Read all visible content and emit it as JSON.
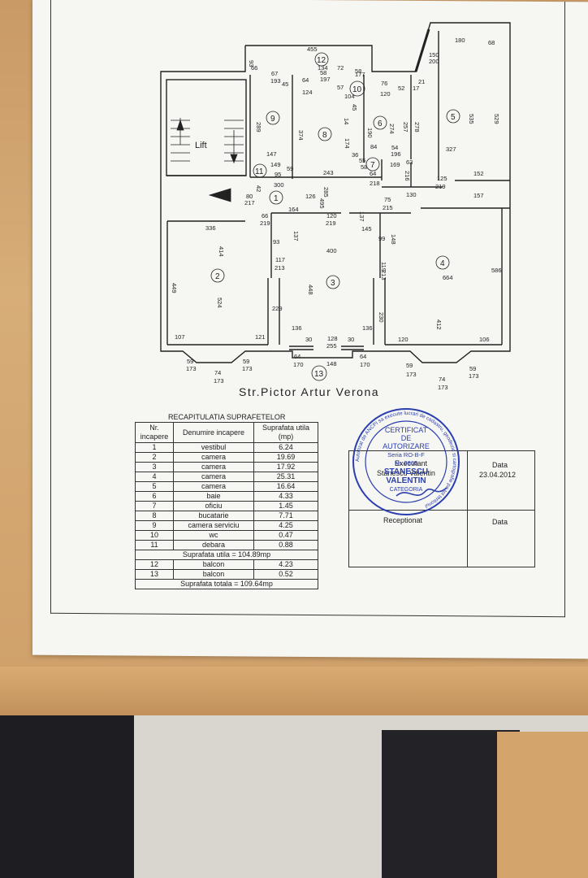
{
  "plan": {
    "room_numbers": [
      "1",
      "2",
      "3",
      "4",
      "5",
      "6",
      "7",
      "8",
      "9",
      "10",
      "11",
      "12",
      "13"
    ],
    "lift_label": "Lift",
    "dimensions": [
      "455",
      "180",
      "68",
      "150",
      "200",
      "93",
      "66",
      "67",
      "193",
      "45",
      "134",
      "58",
      "197",
      "72",
      "58",
      "177",
      "64",
      "124",
      "57",
      "104",
      "76",
      "120",
      "52",
      "17",
      "21",
      "289",
      "374",
      "14",
      "45",
      "190",
      "274",
      "257",
      "278",
      "535",
      "529",
      "174",
      "84",
      "54",
      "196",
      "63",
      "216",
      "36",
      "147",
      "149",
      "95",
      "300",
      "59",
      "243",
      "55",
      "58",
      "169",
      "327",
      "42",
      "285",
      "64",
      "218",
      "125",
      "219",
      "152",
      "80",
      "217",
      "126",
      "495",
      "75",
      "215",
      "130",
      "157",
      "66",
      "219",
      "164",
      "120",
      "219",
      "137",
      "336",
      "93",
      "137",
      "145",
      "99",
      "148",
      "414",
      "400",
      "117",
      "213",
      "119",
      "213",
      "449",
      "524",
      "448",
      "664",
      "586",
      "229",
      "230",
      "412",
      "107",
      "121",
      "136",
      "30",
      "128",
      "255",
      "30",
      "136",
      "120",
      "106",
      "59",
      "173",
      "59",
      "173",
      "64",
      "170",
      "148",
      "64",
      "170",
      "59",
      "173",
      "59",
      "173",
      "74",
      "173",
      "74",
      "173"
    ],
    "street": "Str.Pictor Artur Verona"
  },
  "recap": {
    "title": "RECAPITULATIA SUPRAFETELOR",
    "headers": [
      "Nr. incapere",
      "Denumire incapere",
      "Suprafata utila (mp)"
    ],
    "rows": [
      [
        "1",
        "vestibul",
        "6.24"
      ],
      [
        "2",
        "camera",
        "19.69"
      ],
      [
        "3",
        "camera",
        "17.92"
      ],
      [
        "4",
        "camera",
        "25.31"
      ],
      [
        "5",
        "camera",
        "16.64"
      ],
      [
        "6",
        "baie",
        "4.33"
      ],
      [
        "7",
        "oficiu",
        "1.45"
      ],
      [
        "8",
        "bucatarie",
        "7.71"
      ],
      [
        "9",
        "camera serviciu",
        "4.25"
      ],
      [
        "10",
        "wc",
        "0.47"
      ],
      [
        "11",
        "debara",
        "0.88"
      ]
    ],
    "subtotal": "Suprafata utila = 104.89mp",
    "balcony_rows": [
      [
        "12",
        "balcon",
        "4.23"
      ],
      [
        "13",
        "balcon",
        "0.52"
      ]
    ],
    "total": "Suprafata totala = 109.64mp"
  },
  "signature_box": {
    "executant_label": "Executant",
    "executant_name": "Stanescu Valentin",
    "date_label": "Data",
    "date_value": "23.04.2012",
    "receptionat_label": "Receptionat",
    "date2_label": "Data"
  },
  "stamp": {
    "lines": [
      "CERTIFICAT",
      "DE",
      "AUTORIZARE",
      "Seria RO-B-F",
      "Nr. 0865",
      "STANESCU",
      "VALENTIN",
      "CATEGORIA"
    ],
    "ring_text": "Autorizat de ANCPI sa execute lucrari de cadastru, geodezie si cartografie pe tot teritoriul"
  },
  "colors": {
    "ink": "#222222",
    "stamp": "#2b3fae",
    "paper": "#f6f6f3",
    "wood": "#c99a66"
  }
}
